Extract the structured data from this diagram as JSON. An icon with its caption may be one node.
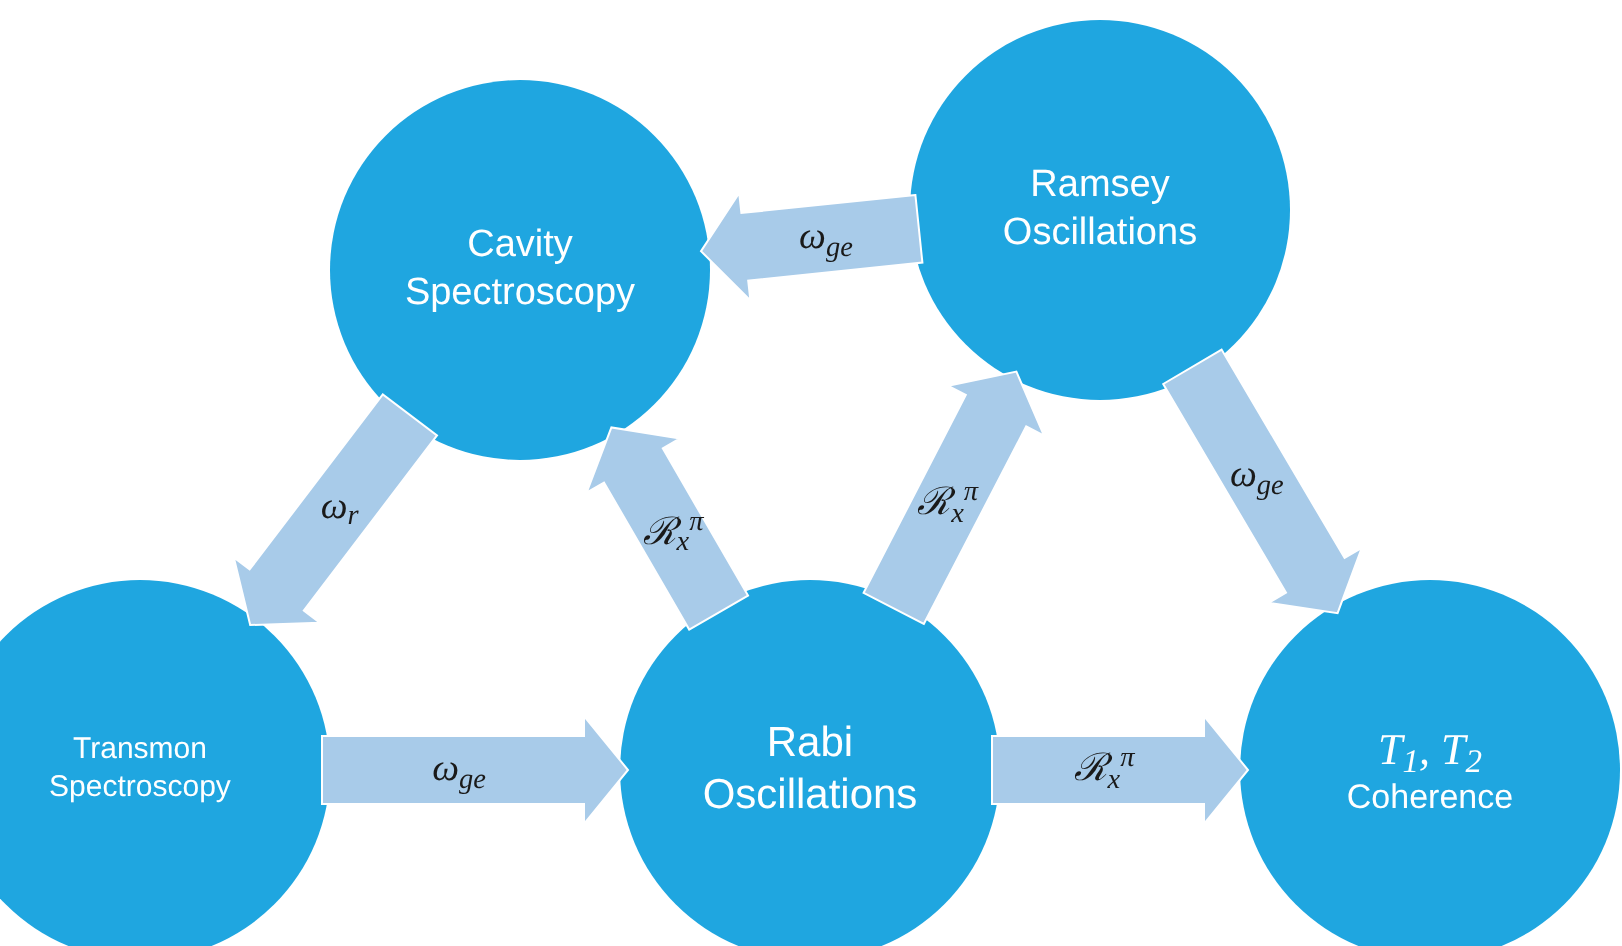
{
  "diagram": {
    "nodes": [
      {
        "text": [
          "Cavity Spectroscopy"
        ]
      },
      {
        "text": [
          "Ramsey Oscillations"
        ]
      },
      {
        "text": [
          "Transmon Spectroscopy"
        ]
      },
      {
        "text": [
          "Rabi Oscillations"
        ]
      },
      {
        "text": [
          "T$_{1}$, T$_{2}$",
          "Coherence"
        ]
      }
    ],
    "edges": [
      {
        "from": 1,
        "to": 0,
        "arrow": "to",
        "label": "ω$_{ge}$"
      },
      {
        "from": 0,
        "to": 2,
        "arrow": "to",
        "label": "ω$_{r}$"
      },
      {
        "from": 3,
        "to": 0,
        "arrow": "to",
        "label": "ℛ$_{x}$$^{π}$"
      },
      {
        "from": 3,
        "to": 1,
        "arrow": "to",
        "label": "ℛ$_{x}$$^{π}$"
      },
      {
        "from": 1,
        "to": 4,
        "arrow": "to",
        "label": "ω$_{ge}$"
      },
      {
        "from": 2,
        "to": 3,
        "arrow": "to",
        "label": "ω$_{ge}$"
      },
      {
        "from": 3,
        "to": 4,
        "arrow": "to",
        "label": "ℛ$_{x}$$^{π}$"
      }
    ]
  }
}
